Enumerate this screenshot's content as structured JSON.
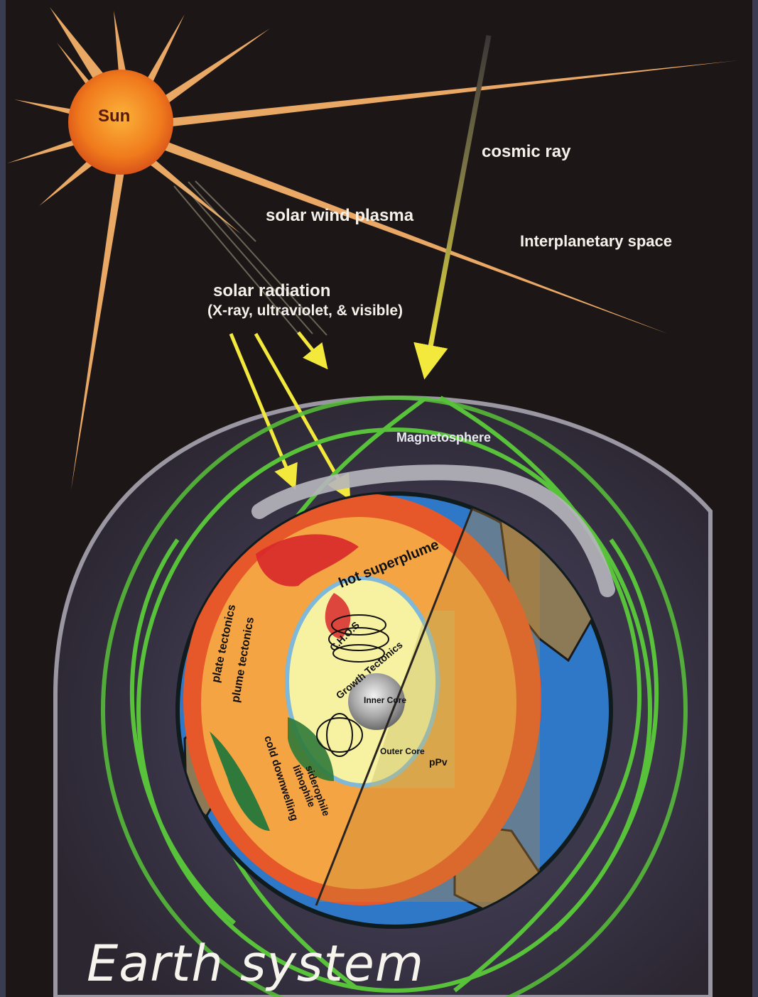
{
  "labels": {
    "sun": "Sun",
    "cosmic_ray": "cosmic ray",
    "solar_wind": "solar wind plasma",
    "interplanetary": "Interplanetary space",
    "solar_radiation": "solar radiation",
    "solar_radiation_detail": "(X-ray, ultraviolet, & visible)",
    "magnetosphere": "Magnetosphere",
    "hot_superplume": "hot superplume",
    "plate_tectonics": "plate tectonics",
    "plume_tectonics": "plume tectonics",
    "chos": "C.H.O.S",
    "growth_tectonics": "Growth Tectonics",
    "inner_core": "Inner Core",
    "outer_core": "Outer Core",
    "ppv": "pPv",
    "siderophile": "siderophile",
    "lithophile": "lithophile",
    "cold_downwelling": "cold downwelling",
    "title": "Earth system"
  },
  "colors": {
    "background": "#1c1716",
    "sun": "#f07a1c",
    "sun_rays": "#f6b06a",
    "field_lines": "#58c23a",
    "arrows": "#f2e93c",
    "ocean": "#2f78c8",
    "mantle": "#f5a443",
    "outer_core": "#f7f2a2",
    "inner_core": "#9a9a9a",
    "superplume": "#d8282a",
    "downwelling": "#2f7a3a"
  }
}
